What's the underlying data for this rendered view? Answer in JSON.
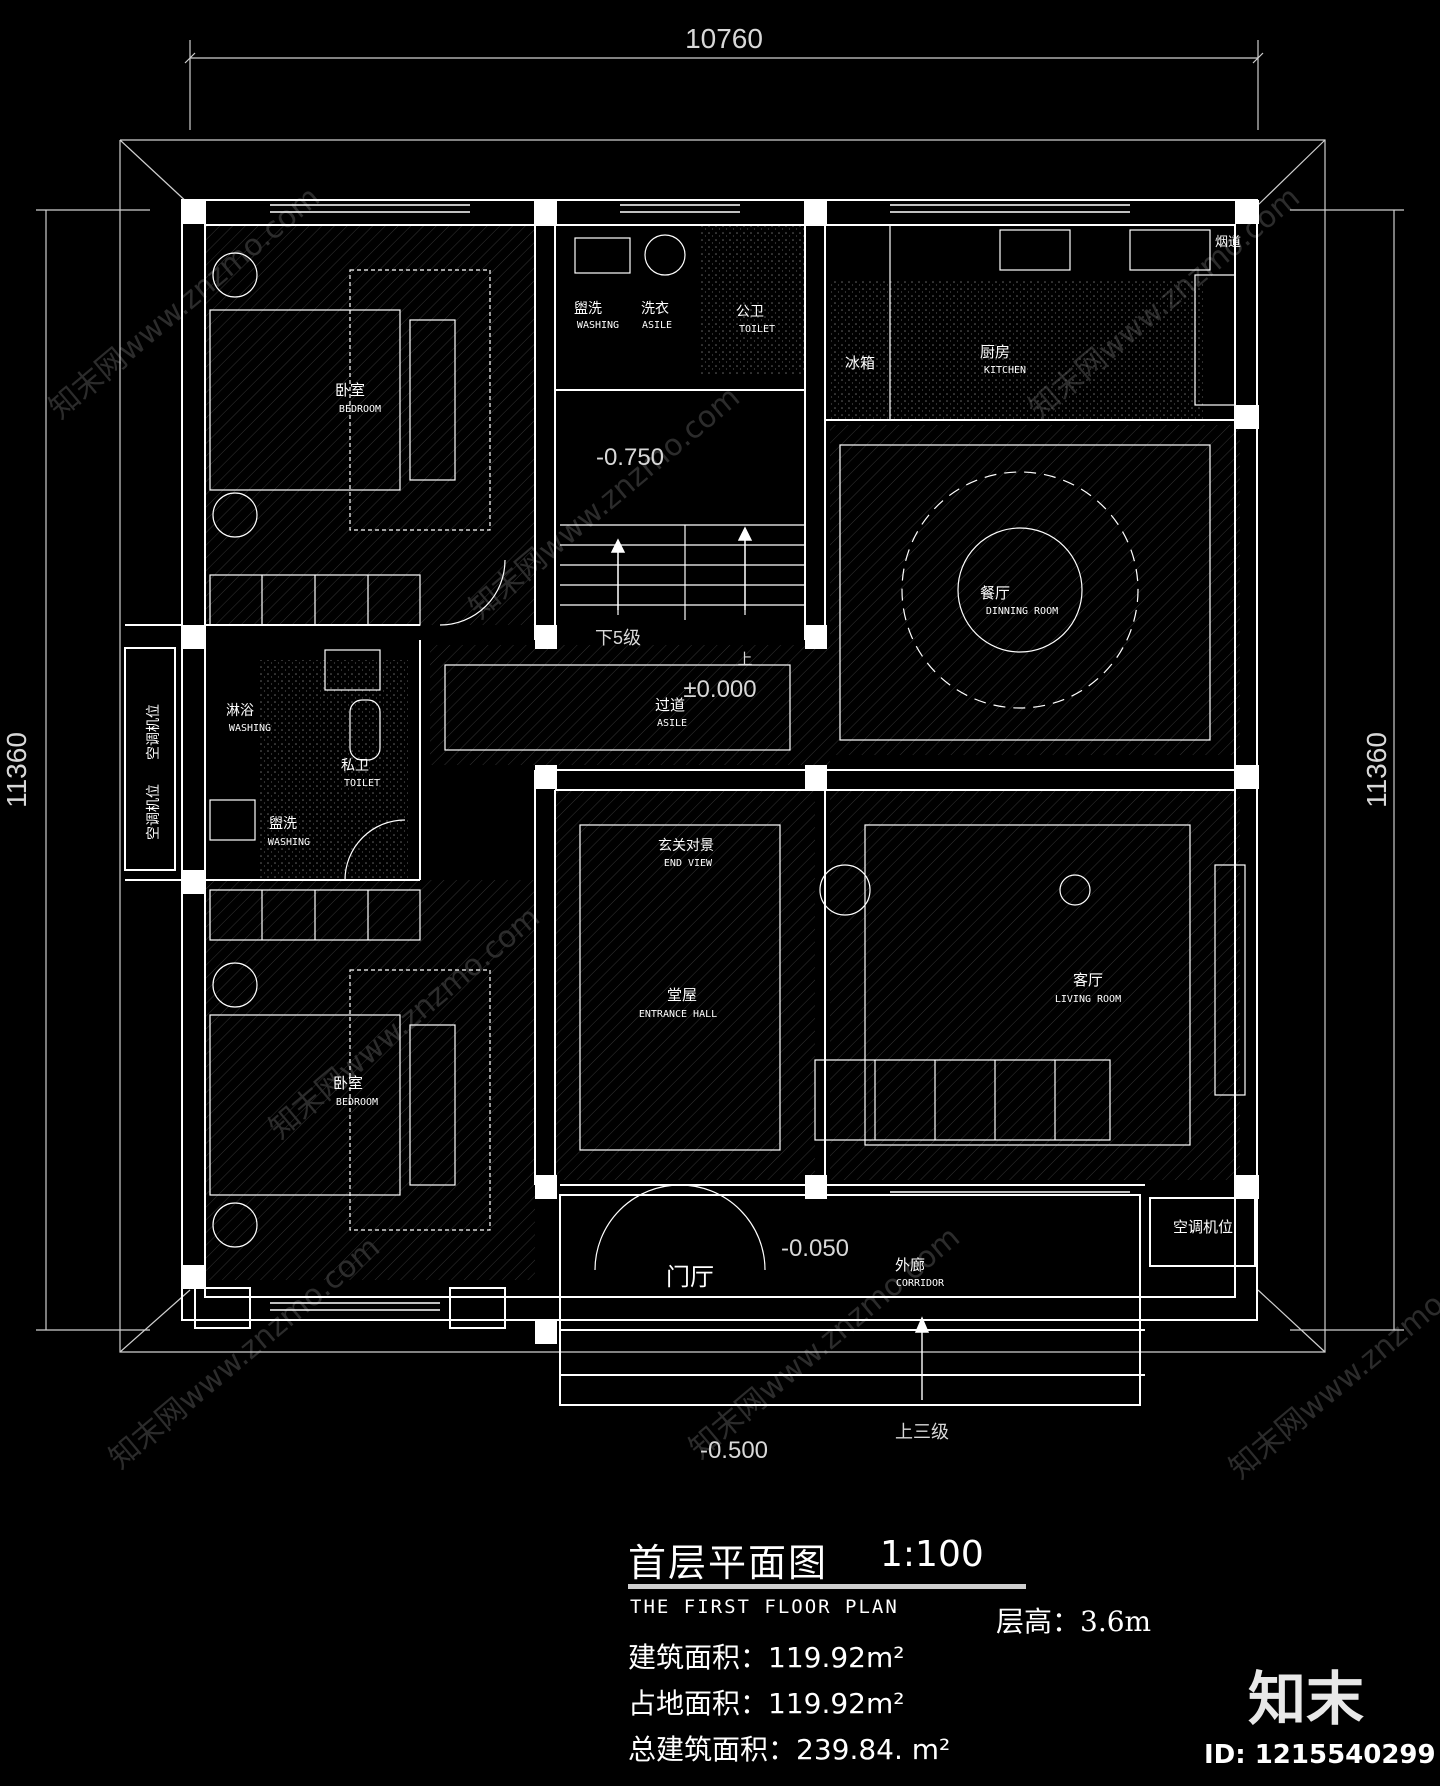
{
  "dimensions": {
    "top": "10760",
    "left": "11360",
    "right": "11360"
  },
  "rooms": {
    "bedroom_top": {
      "cn": "卧室",
      "en": "BEDROOM"
    },
    "washing_a": {
      "cn": "盥洗",
      "en": "WASHING"
    },
    "laundry": {
      "cn": "洗衣",
      "en": "ASILE"
    },
    "public_toilet": {
      "cn": "公卫",
      "en": "TOILET"
    },
    "fridge": {
      "cn": "冰箱"
    },
    "kitchen": {
      "cn": "厨房",
      "en": "KITCHEN"
    },
    "chimney": {
      "cn": "烟道"
    },
    "dining": {
      "cn": "餐厅",
      "en": "DINNING ROOM"
    },
    "shower": {
      "cn": "淋浴",
      "en": "WASHING"
    },
    "private_toilet": {
      "cn": "私卫",
      "en": "TOILET"
    },
    "washing_b": {
      "cn": "盥洗",
      "en": "WASHING"
    },
    "aisle": {
      "cn": "过道",
      "en": "ASILE"
    },
    "end_view": {
      "cn": "玄关对景",
      "en": "END VIEW"
    },
    "hall": {
      "cn": "堂屋",
      "en": "ENTRANCE HALL"
    },
    "living": {
      "cn": "客厅",
      "en": "LIVING ROOM"
    },
    "bedroom_bottom": {
      "cn": "卧室",
      "en": "BEDROOM"
    },
    "vestibule": {
      "cn": "门厅"
    },
    "corridor": {
      "cn": "外廊",
      "en": "CORRIDOR"
    }
  },
  "ac_units": [
    "空调机位",
    "空调机位",
    "空调机位"
  ],
  "levels": {
    "stair": "-0.750",
    "aisle": "±0.000",
    "vestibule": "-0.050",
    "outside": "-0.500"
  },
  "stair_notes": {
    "down": "下5级",
    "up": "上",
    "corridor_up": "上三级"
  },
  "title": {
    "cn": "首层平面图",
    "scale": "1:100",
    "en": "THE FIRST FLOOR PLAN",
    "floor_height": "层高：3.6m"
  },
  "areas": [
    "建筑面积：119.92m²",
    "占地面积：119.92m²",
    "总建筑面积：239.84. m²"
  ],
  "brand": {
    "logo": "知末",
    "id": "ID: 1215540299",
    "watermark": "知末网www.znzmo.com"
  },
  "colors": {
    "background": "#000000",
    "line": "#ffffff",
    "wall": "#ffffff",
    "hatch": "#2a2a2a"
  }
}
